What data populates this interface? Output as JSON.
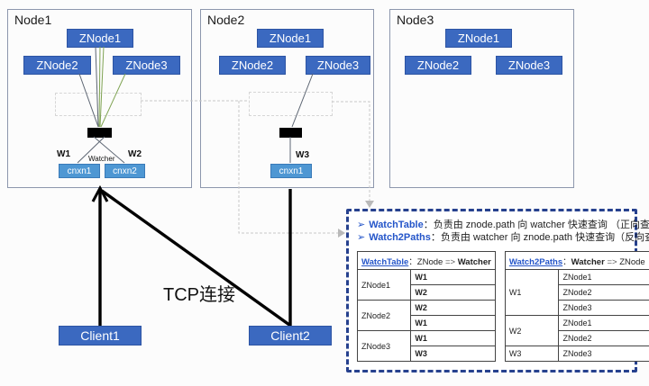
{
  "colors": {
    "znode_blue": "#3b69c0",
    "znode_border": "#2d54a3",
    "cnxn_blue": "#4e97d3",
    "cnxn_border": "#3a7ab8",
    "node_border": "#8d97ad",
    "legend_border": "#26418e",
    "link_blue": "#2455c9",
    "line_gray": "#5d6673",
    "line_green": "#7fa353",
    "connector_gray": "#c9c9c9",
    "text_dark": "#1c1c1c"
  },
  "nodes": [
    {
      "label": "Node1",
      "znodes": [
        "ZNode1",
        "ZNode2",
        "ZNode3"
      ],
      "watchers": [
        "W1",
        "W2"
      ],
      "watcher_caption": "Watcher",
      "connections": [
        "cnxn1",
        "cnxn2"
      ]
    },
    {
      "label": "Node2",
      "znodes": [
        "ZNode1",
        "ZNode2",
        "ZNode3"
      ],
      "watchers": [
        "W3"
      ],
      "connections": [
        "cnxn1"
      ]
    },
    {
      "label": "Node3",
      "znodes": [
        "ZNode1",
        "ZNode2",
        "ZNode3"
      ]
    }
  ],
  "clients": [
    {
      "label": "Client1"
    },
    {
      "label": "Client2"
    }
  ],
  "tcp_label": "TCP连接",
  "legend": {
    "bullets": [
      {
        "marker": "➢",
        "term": "WatchTable",
        "colon": "：",
        "desc": "负责由 znode.path 向 watcher 快速查询 （正向查询）"
      },
      {
        "marker": "➢",
        "term": "Watch2Paths",
        "colon": "：",
        "desc": "负责由 watcher 向 znode.path 快速查询（反向查询）"
      }
    ],
    "tables": [
      {
        "term": "WatchTable",
        "colon": "：",
        "lhs": "ZNode",
        "arrow": "=>",
        "rhs": "Watcher",
        "groups": [
          {
            "key": "ZNode1",
            "values": [
              "W1",
              "W2"
            ]
          },
          {
            "key": "ZNode2",
            "values": [
              "W2",
              "W1"
            ]
          },
          {
            "key": "ZNode3",
            "values": [
              "W1",
              "W3"
            ]
          }
        ]
      },
      {
        "term": "Watch2Paths",
        "colon": "：",
        "lhs": "Watcher",
        "arrow": "=>",
        "rhs": "ZNode",
        "groups": [
          {
            "key": "W1",
            "values": [
              "ZNode1",
              "ZNode2",
              "ZNode3"
            ]
          },
          {
            "key": "W2",
            "values": [
              "ZNode1",
              "ZNode2"
            ]
          },
          {
            "key": "W3",
            "values": [
              "ZNode3"
            ]
          }
        ]
      }
    ]
  }
}
